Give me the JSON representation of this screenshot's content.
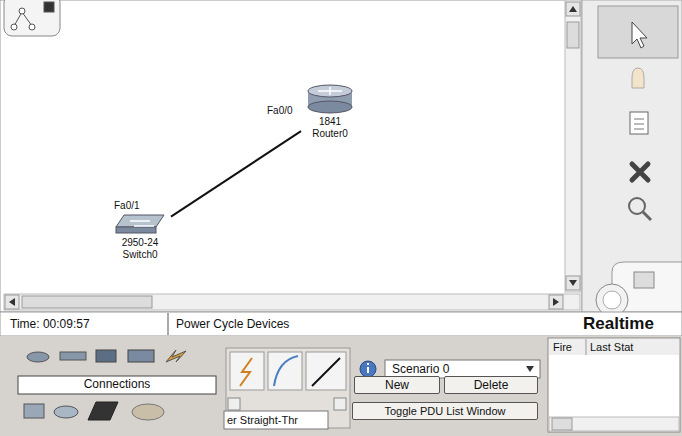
{
  "diagram": {
    "nodes": [
      {
        "text": [
          "1841",
          "Router0"
        ]
      },
      {
        "text": [
          "2950-24",
          "Switch0"
        ]
      }
    ],
    "edges": [
      {
        "from": 1,
        "to": 0,
        "arrow": "none"
      }
    ],
    "labels": [
      "Fa0/0",
      "Fa0/1",
      "Time: 00:09:57",
      "Power Cycle Devices",
      "Realtime",
      "Connections",
      "Scenario 0",
      "New",
      "Delete",
      "Toggle PDU List Window",
      "Fire",
      "Last Stat",
      "er Straight-Thr"
    ]
  }
}
